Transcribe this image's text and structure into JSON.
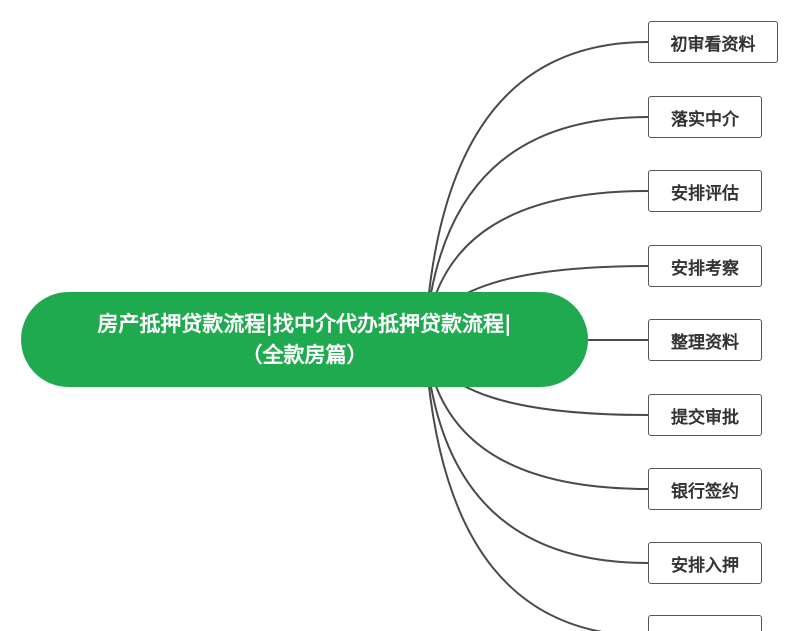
{
  "colors": {
    "root_fill": "#1faa4f",
    "connector": "#4a4a4a",
    "child_border": "#555555"
  },
  "root": {
    "line1": "房产抵押贷款流程|找中介代办抵押贷款流程|",
    "line2": "（全款房篇）"
  },
  "children": [
    {
      "label": "初审看资料"
    },
    {
      "label": "落实中介"
    },
    {
      "label": "安排评估"
    },
    {
      "label": "安排考察"
    },
    {
      "label": "整理资料"
    },
    {
      "label": "提交审批"
    },
    {
      "label": "银行签约"
    },
    {
      "label": "安排入押"
    },
    {
      "label": ""
    }
  ]
}
